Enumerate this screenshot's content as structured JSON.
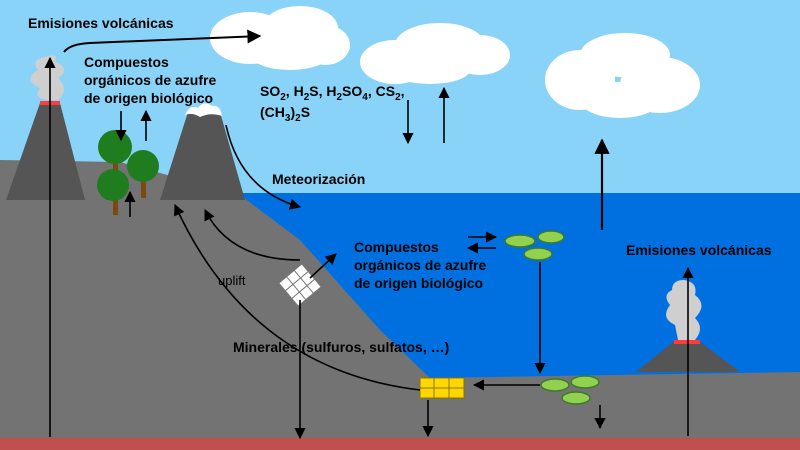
{
  "labels": {
    "volcanic_emissions_top": "Emisiones volcánicas",
    "bio_sulfur_land": [
      "Compuestos",
      "orgánicos de azufre",
      "de origen biológico"
    ],
    "atmos_species": [
      "SO2, H2S, H2SO4, CS2,",
      "(CH3)2S"
    ],
    "weathering": "Meteorización",
    "bio_sulfur_ocean": [
      "Compuestos",
      "orgánicos de azufre",
      "de origen biológico"
    ],
    "volcanic_emissions_right": "Emisiones volcánicas",
    "uplift": "uplift",
    "minerals": "Minerales (sulfuros, sulfatos, …)"
  },
  "colors": {
    "sky": "#8ad3f8",
    "ocean": "#0070e0",
    "ground": "#737373",
    "mountain": "#555555",
    "bedrock": "#c0504d",
    "cloud": "#ffffff",
    "plankton": "#92d050",
    "mineral_block": "#ffd700"
  }
}
